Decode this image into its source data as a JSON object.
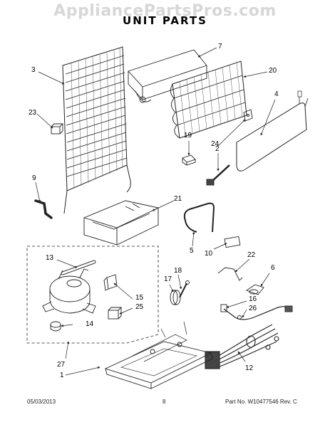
{
  "watermark": "AppliancePartsPros.com",
  "title": "UNIT PARTS",
  "callouts": [
    "3",
    "7",
    "20",
    "23",
    "4",
    "19",
    "24",
    "2",
    "9",
    "21",
    "5",
    "10",
    "22",
    "13",
    "17",
    "18",
    "6",
    "15",
    "25",
    "16",
    "26",
    "14",
    "27",
    "12",
    "1"
  ],
  "footer": {
    "date": "05/03/2013",
    "page": "8",
    "part_no": "Part No. W10477546  Rev. C"
  }
}
